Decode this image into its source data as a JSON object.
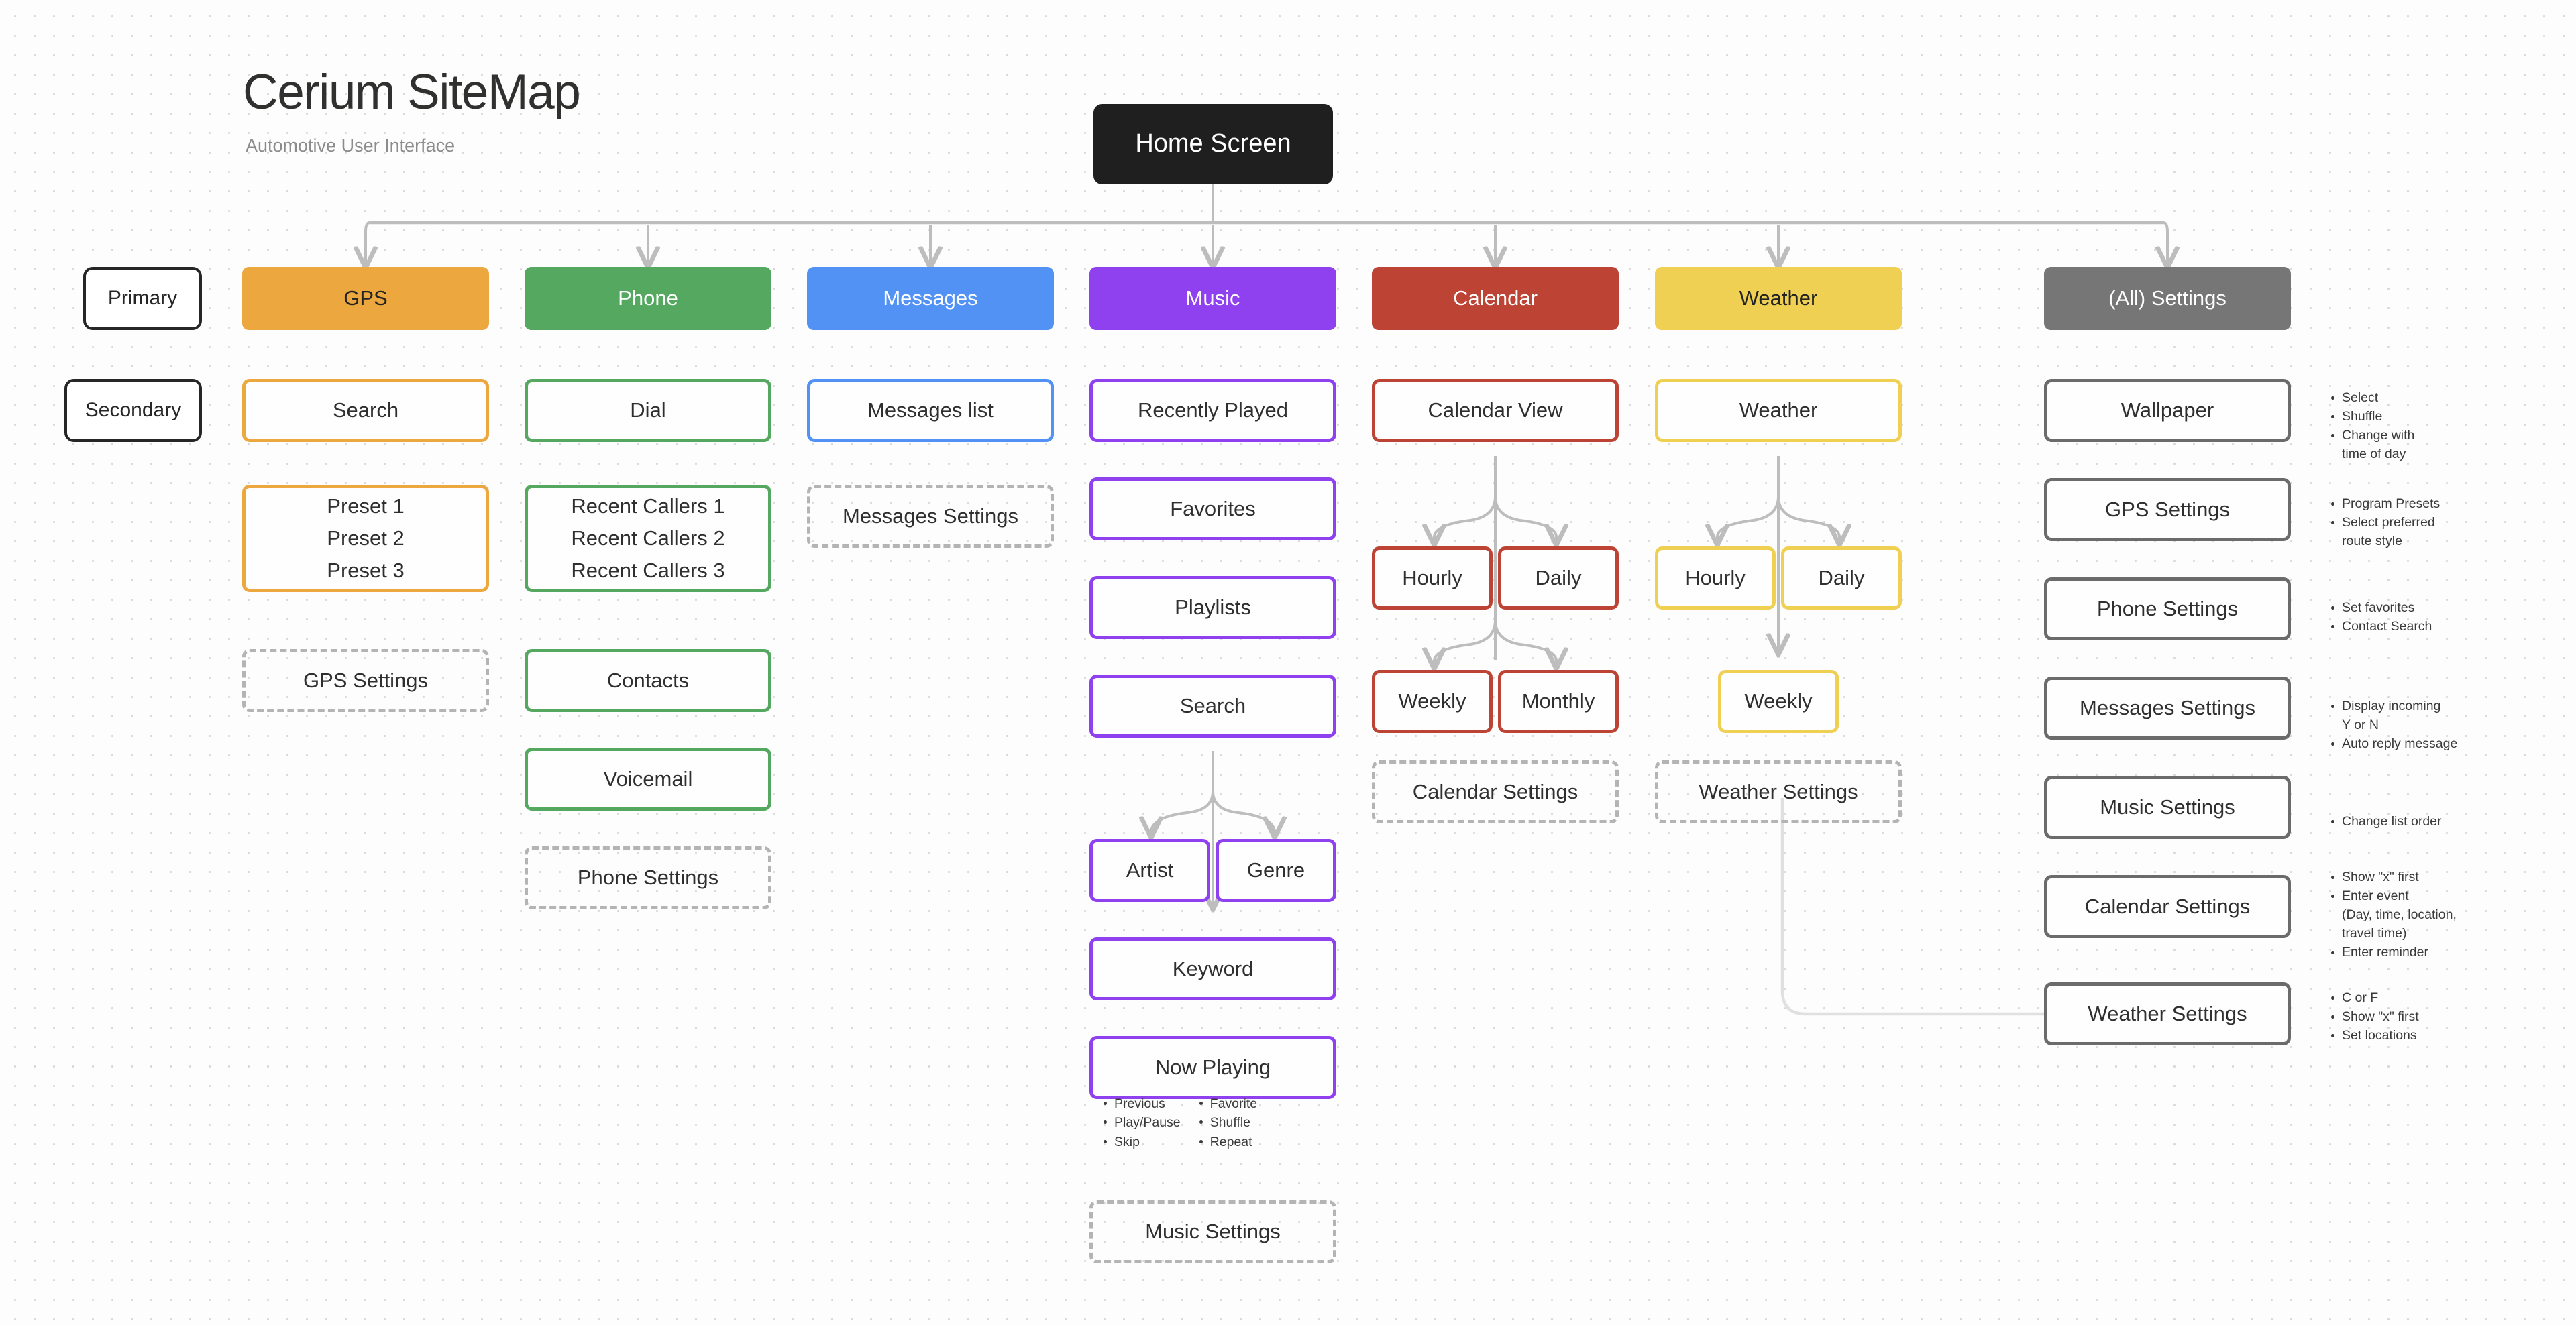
{
  "header": {
    "title": "Cerium SiteMap",
    "subtitle": "Automotive User Interface"
  },
  "root": {
    "label": "Home Screen"
  },
  "legend": {
    "primary": "Primary",
    "secondary": "Secondary"
  },
  "colors": {
    "gps": "#eca73f",
    "phone": "#55a860",
    "messages": "#5392f5",
    "music": "#9041ef",
    "calendar": "#bd4334",
    "weather": "#efd052",
    "settings": "#767676",
    "root": "#1f1f1f",
    "dashed_border": "#b4b4b4",
    "grey_border": "#6b6b6b"
  },
  "columns": [
    {
      "key": "gps",
      "primary": "GPS",
      "nodes": [
        {
          "label": "Search",
          "style": "outline"
        },
        {
          "lines": [
            "Preset 1",
            "Preset 2",
            "Preset 3"
          ],
          "style": "outline-multi"
        },
        {
          "label": "GPS Settings",
          "style": "dashed"
        }
      ]
    },
    {
      "key": "phone",
      "primary": "Phone",
      "nodes": [
        {
          "label": "Dial",
          "style": "outline"
        },
        {
          "lines": [
            "Recent Callers 1",
            "Recent Callers 2",
            "Recent Callers 3"
          ],
          "style": "outline-multi"
        },
        {
          "label": "Contacts",
          "style": "outline"
        },
        {
          "label": "Voicemail",
          "style": "outline"
        },
        {
          "label": "Phone Settings",
          "style": "dashed"
        }
      ]
    },
    {
      "key": "messages",
      "primary": "Messages",
      "nodes": [
        {
          "label": "Messages list",
          "style": "outline"
        },
        {
          "label": "Messages Settings",
          "style": "dashed"
        }
      ]
    },
    {
      "key": "music",
      "primary": "Music",
      "nodes": [
        {
          "label": "Recently Played",
          "style": "outline"
        },
        {
          "label": "Favorites",
          "style": "outline"
        },
        {
          "label": "Playlists",
          "style": "outline"
        },
        {
          "label": "Search",
          "style": "outline"
        },
        {
          "label": "Artist",
          "style": "outline"
        },
        {
          "label": "Genre",
          "style": "outline"
        },
        {
          "label": "Keyword",
          "style": "outline"
        },
        {
          "label": "Now Playing",
          "style": "outline"
        },
        {
          "label": "Music Settings",
          "style": "dashed"
        }
      ],
      "now_playing_notes": {
        "left": [
          "Previous",
          "Play/Pause",
          "Skip"
        ],
        "right": [
          "Favorite",
          "Shuffle",
          "Repeat"
        ]
      }
    },
    {
      "key": "calendar",
      "primary": "Calendar",
      "nodes": [
        {
          "label": "Calendar View",
          "style": "outline"
        },
        {
          "label": "Hourly",
          "style": "outline"
        },
        {
          "label": "Daily",
          "style": "outline"
        },
        {
          "label": "Weekly",
          "style": "outline"
        },
        {
          "label": "Monthly",
          "style": "outline"
        },
        {
          "label": "Calendar Settings",
          "style": "dashed"
        }
      ]
    },
    {
      "key": "weather",
      "primary": "Weather",
      "nodes": [
        {
          "label": "Weather",
          "style": "outline"
        },
        {
          "label": "Hourly",
          "style": "outline"
        },
        {
          "label": "Daily",
          "style": "outline"
        },
        {
          "label": "Weekly",
          "style": "outline"
        },
        {
          "label": "Weather Settings",
          "style": "dashed"
        }
      ]
    },
    {
      "key": "settings",
      "primary": "(All) Settings",
      "nodes": [
        {
          "label": "Wallpaper",
          "style": "greybox"
        },
        {
          "label": "GPS Settings",
          "style": "greybox"
        },
        {
          "label": "Phone Settings",
          "style": "greybox"
        },
        {
          "label": "Messages Settings",
          "style": "greybox"
        },
        {
          "label": "Music Settings",
          "style": "greybox"
        },
        {
          "label": "Calendar Settings",
          "style": "greybox"
        },
        {
          "label": "Weather Settings",
          "style": "greybox"
        }
      ]
    }
  ],
  "annotations": [
    {
      "for": "Wallpaper",
      "items": [
        "Select",
        "Shuffle",
        "Change with",
        "time of day"
      ],
      "continuations": [
        3
      ]
    },
    {
      "for": "GPS Settings",
      "items": [
        "Program Presets",
        "Select preferred",
        "route style"
      ],
      "continuations": [
        2
      ]
    },
    {
      "for": "Phone Settings",
      "items": [
        "Set favorites",
        "Contact Search"
      ],
      "continuations": []
    },
    {
      "for": "Messages Settings",
      "items": [
        "Display incoming",
        "Y or N",
        "Auto reply message"
      ],
      "continuations": [
        1
      ]
    },
    {
      "for": "Music Settings",
      "items": [
        "Change list order"
      ],
      "continuations": []
    },
    {
      "for": "Calendar Settings",
      "items": [
        "Show \"x\" first",
        "Enter event",
        "(Day, time, location,",
        "travel time)",
        "Enter reminder"
      ],
      "continuations": [
        2,
        3
      ]
    },
    {
      "for": "Weather Settings",
      "items": [
        "C or F",
        "Show \"x\" first",
        "Set locations"
      ],
      "continuations": []
    }
  ]
}
